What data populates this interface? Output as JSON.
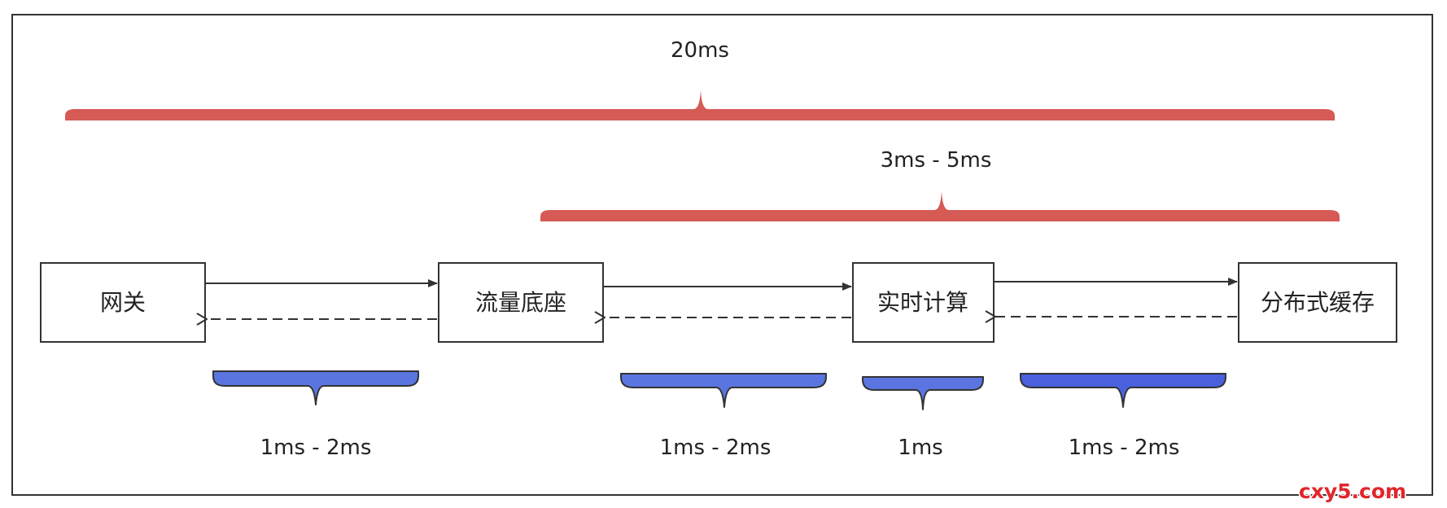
{
  "nodes": [
    {
      "id": "gateway",
      "label": "网关"
    },
    {
      "id": "traffic",
      "label": "流量底座"
    },
    {
      "id": "realtime",
      "label": "实时计算"
    },
    {
      "id": "cache",
      "label": "分布式缓存"
    }
  ],
  "total_span": {
    "label": "20ms"
  },
  "inner_span": {
    "label": "3ms - 5ms"
  },
  "segments": [
    {
      "label": "1ms - 2ms"
    },
    {
      "label": "1ms - 2ms"
    },
    {
      "label": "1ms"
    },
    {
      "label": "1ms - 2ms"
    }
  ],
  "watermark": "cxy5.com",
  "colors": {
    "red_brace": "#d65a55",
    "blue_brace": "#5b75e0",
    "blue_brace_dark": "#4a60dc",
    "stroke": "#333333",
    "watermark": "#e0262c"
  }
}
